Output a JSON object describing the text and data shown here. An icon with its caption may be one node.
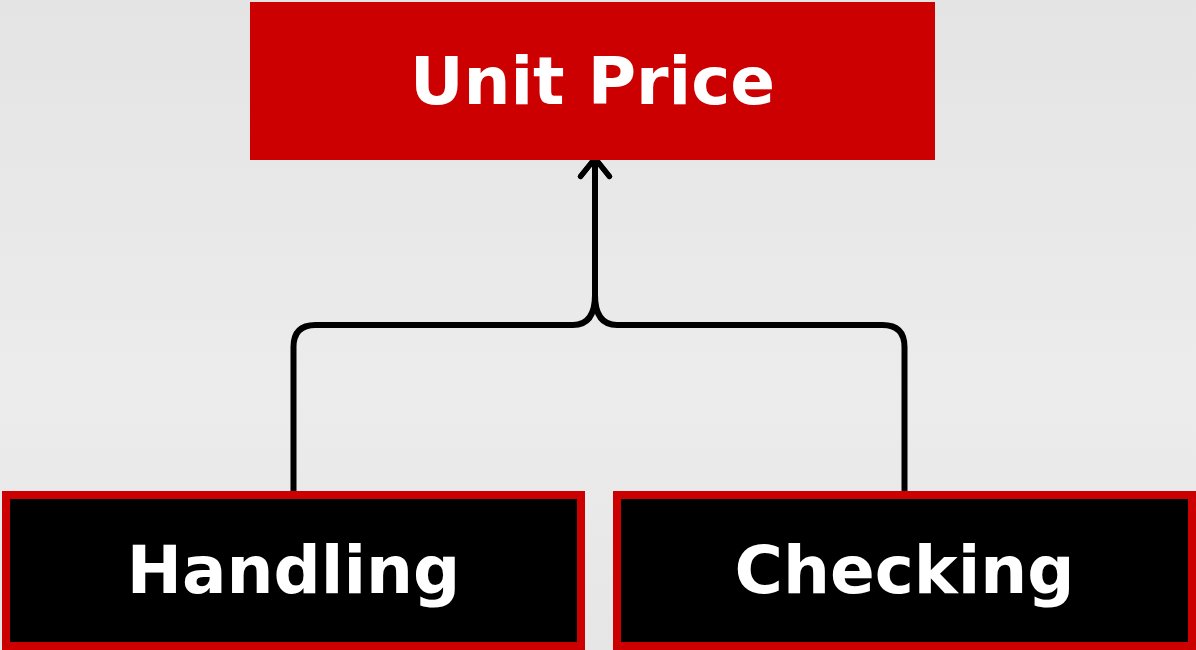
{
  "diagram": {
    "nodes": [
      {
        "text": [
          "Unit Price"
        ]
      },
      {
        "text": [
          "Handling"
        ]
      },
      {
        "text": [
          "Checking"
        ]
      }
    ],
    "edges": [
      {
        "from": 1,
        "to": 0,
        "arrow": "to"
      },
      {
        "from": 2,
        "to": 0,
        "arrow": "to"
      }
    ]
  }
}
